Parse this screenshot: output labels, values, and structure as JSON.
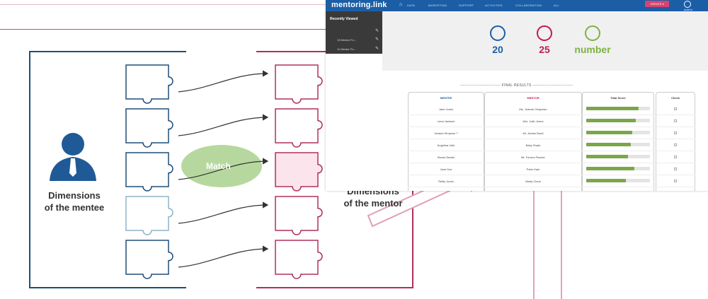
{
  "diagram": {
    "mentee_label_line1": "Dimensions",
    "mentee_label_line2": "of the mentee",
    "mentor_label_line1": "Dimensions",
    "mentor_label_line2": "of the mentor",
    "match_label": "Match"
  },
  "colors": {
    "mentee_blue": "#1f4e79",
    "mentor_red": "#b0305a",
    "match_green": "#a9d18e",
    "app_header": "#1b5ea6"
  },
  "app": {
    "logo": "mentoring.link",
    "nav_items": [
      "DATA",
      "MARKETING",
      "SUPPORT",
      "ACTIVITIES",
      "COLLABORATION",
      "ALL"
    ],
    "create_label": "CREATE ▾",
    "user_label": "admin",
    "sidebar_title": "Recently Viewed",
    "sidebar_items": [
      "13 Mentor Fo...",
      "11 Mentor Fo..."
    ],
    "stats": [
      {
        "value": "20",
        "icon": "mentee-user-icon",
        "color": "#1b5ea6"
      },
      {
        "value": "25",
        "icon": "mentor-user-icon",
        "color": "#c2185b"
      },
      {
        "value": "number",
        "icon": "puzzle-icon",
        "color": "#7cb342"
      }
    ],
    "results_title": "----------------------------- FINAL RESULTS -----------------------------",
    "columns": [
      "MENTEE",
      "MENTOR",
      "Total Score",
      "Check"
    ],
    "rows": [
      {
        "mentee": "Jane Jones",
        "mentor": "Ms. Joanne Chapman",
        "score": 0.82
      },
      {
        "mentee": "Lena Jackson",
        "mentor": "Mrs. Jolie Jones",
        "score": 0.78
      },
      {
        "mentee": "Jessica Simpson 7",
        "mentor": "Mr. James Bond",
        "score": 0.72
      },
      {
        "mentee": "Angelina Jolie",
        "mentor": "Baby Shark",
        "score": 0.7
      },
      {
        "mentee": "Brown Daniel",
        "mentor": "Mr. Ferrero Rocher",
        "score": 0.66
      },
      {
        "mentee": "Jane Doe",
        "mentor": "Peter Katz",
        "score": 0.76
      },
      {
        "mentee": "Reilly Jones",
        "mentor": "Marty Cloud",
        "score": 0.62
      }
    ]
  }
}
